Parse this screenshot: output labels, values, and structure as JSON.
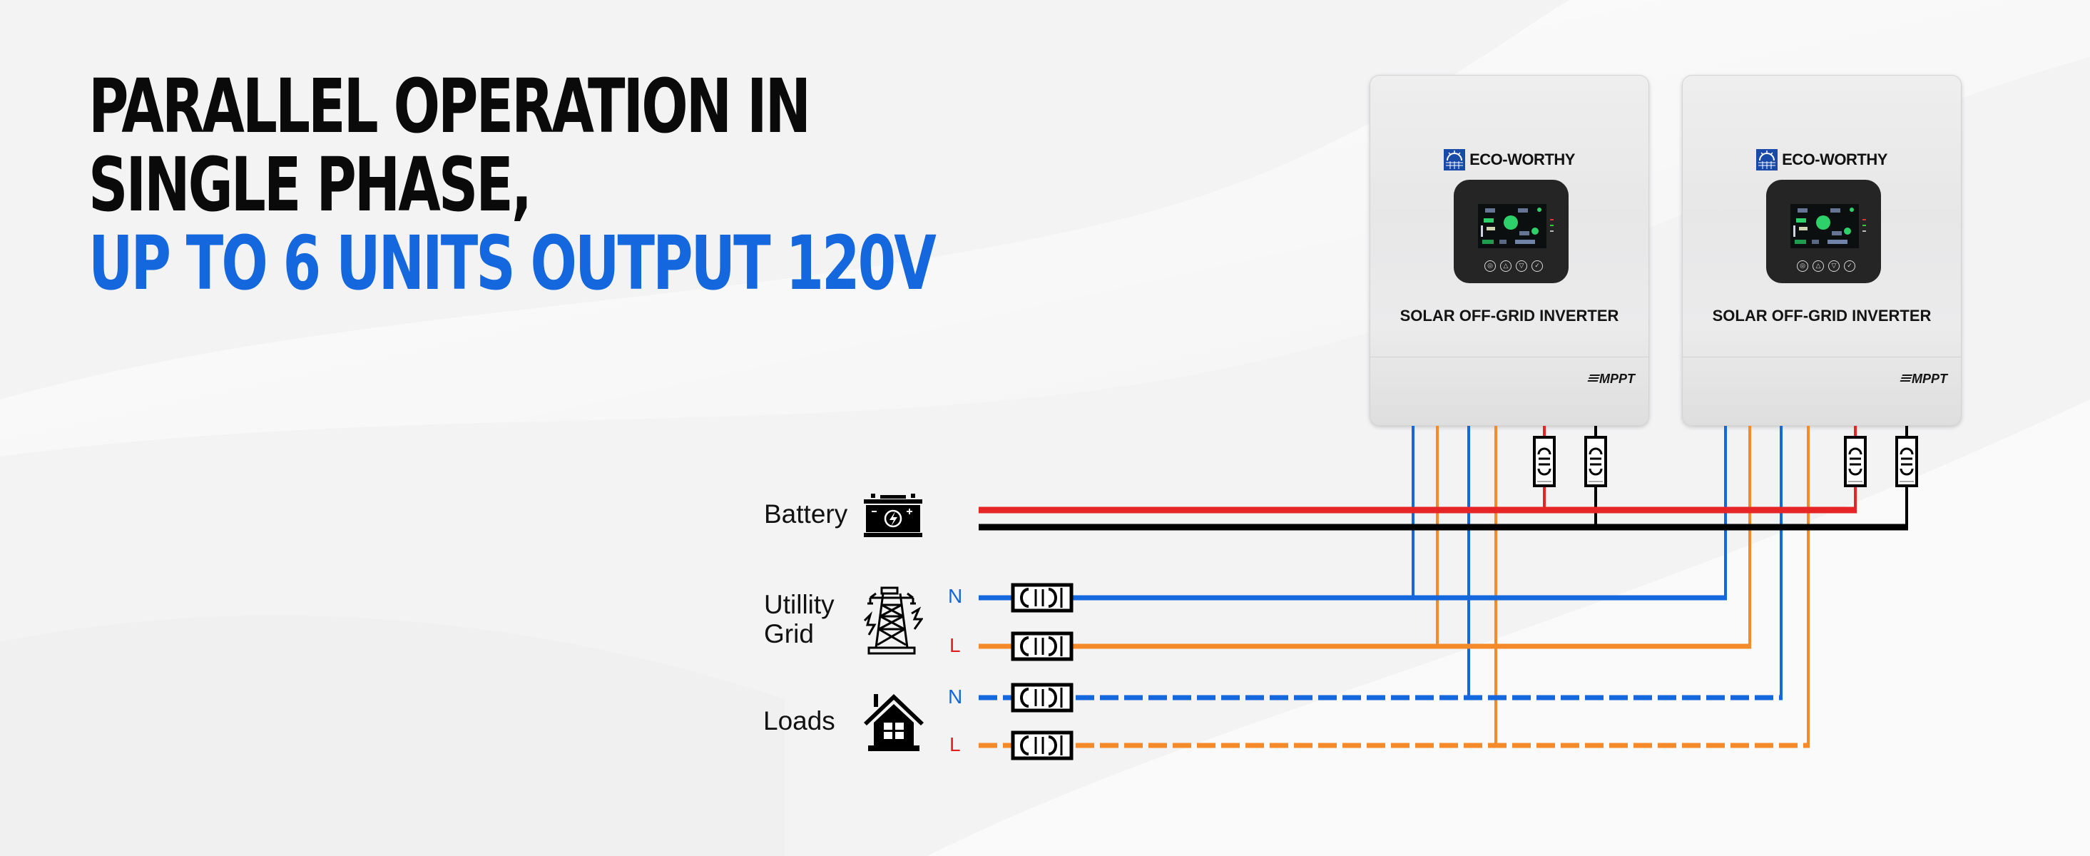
{
  "headline": {
    "line1": "PARALLEL OPERATION IN",
    "line2": "SINGLE PHASE,",
    "line3": "UP TO 6 UNITS OUTPUT 120V"
  },
  "colors": {
    "headline_accent": "#1467dd",
    "neutral_wire": "#1467dd",
    "live_wire": "#f58a2a",
    "battery_positive": "#e62626",
    "battery_negative": "#000000",
    "pole_n_label": "#1467dd",
    "pole_l_label": "#e02020"
  },
  "inverters": [
    {
      "brand": "ECO-WORTHY",
      "model": "SOLAR OFF-GRID INVERTER",
      "badge": "MPPT",
      "buttons": [
        "menu-icon",
        "up-icon",
        "down-icon",
        "confirm-icon"
      ]
    },
    {
      "brand": "ECO-WORTHY",
      "model": "SOLAR OFF-GRID INVERTER",
      "badge": "MPPT",
      "buttons": [
        "menu-icon",
        "up-icon",
        "down-icon",
        "confirm-icon"
      ]
    }
  ],
  "sources": {
    "battery": {
      "label": "Battery",
      "icon": "battery-icon"
    },
    "grid": {
      "label_line1": "Utillity",
      "label_line2": "Grid",
      "icon": "power-tower-icon",
      "poles": [
        "N",
        "L"
      ]
    },
    "loads": {
      "label": "Loads",
      "icon": "house-icon",
      "poles": [
        "N",
        "L"
      ]
    }
  },
  "wiring": {
    "battery": {
      "lines": [
        "positive (red)",
        "negative (black)"
      ],
      "fused_at_inverter": true
    },
    "grid": {
      "line_style": "solid",
      "breakers": 2
    },
    "loads": {
      "line_style": "dashed",
      "breakers": 2
    }
  }
}
